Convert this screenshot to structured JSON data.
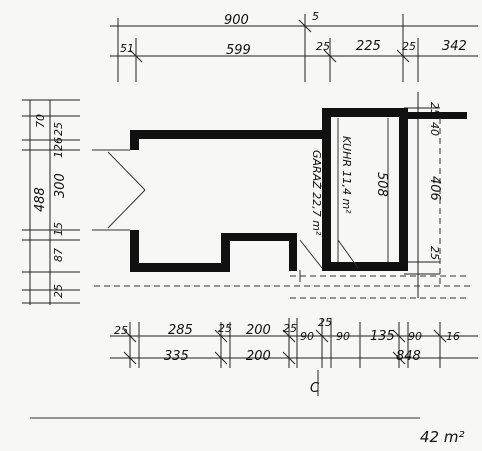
{
  "top_dimensions": {
    "overall": "900",
    "marker": "5",
    "segments": [
      "51",
      "599",
      "25",
      "225",
      "25",
      "342"
    ]
  },
  "left_dimensions": {
    "small": [
      "70",
      "25",
      "126",
      "300",
      "15",
      "87",
      "25"
    ],
    "overall": "488"
  },
  "right_dimensions": {
    "top": [
      "25",
      "40"
    ],
    "height": "406",
    "bottom": "25"
  },
  "room_labels": {
    "kuhr": "KUHR 11,4 m²",
    "gerage": "GARAŽ 22,7 m²",
    "inner_dim": "508"
  },
  "bottom_dimensions": {
    "row1": [
      "25",
      "285",
      "25",
      "200",
      "25",
      "90",
      "25",
      "90",
      "135",
      "90",
      "16"
    ],
    "row2": [
      "335",
      "200",
      "848"
    ]
  },
  "north_marker": "C",
  "area_note": "42 m²"
}
